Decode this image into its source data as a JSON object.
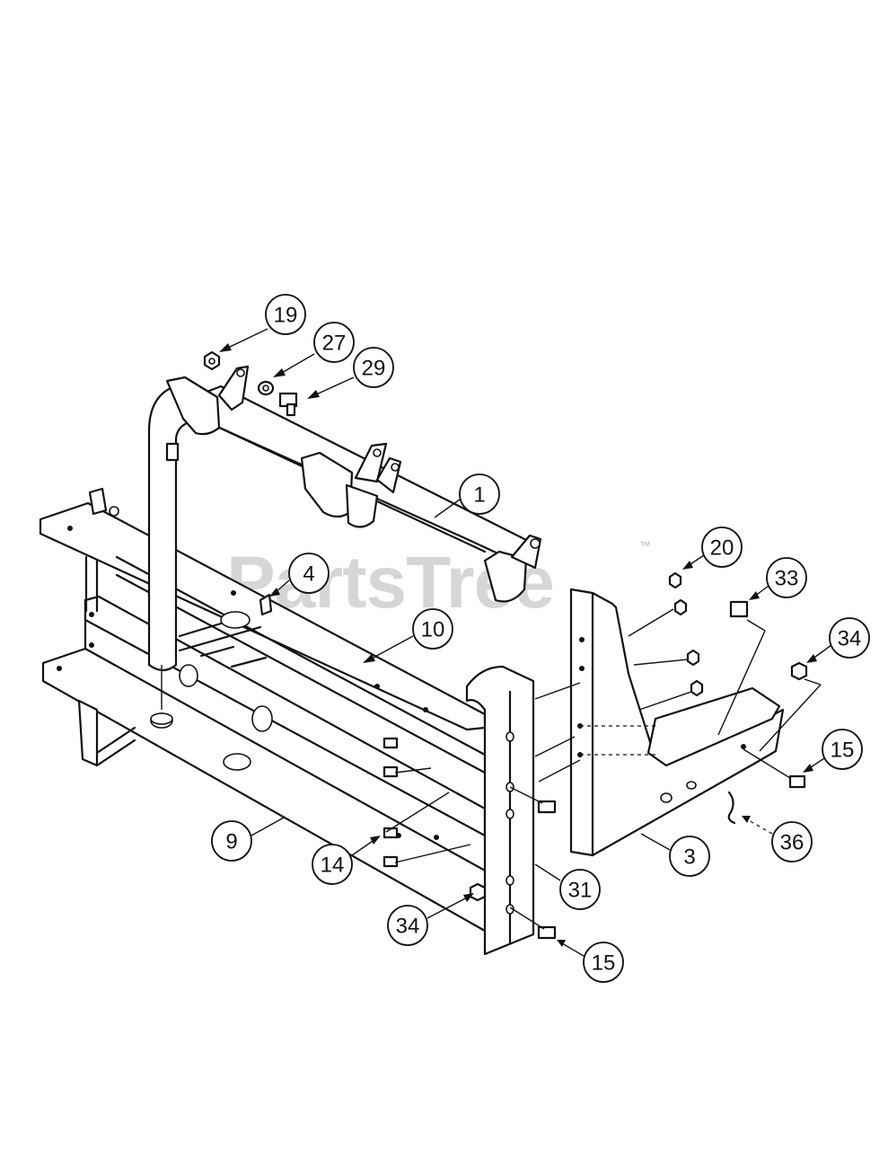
{
  "watermark": {
    "text": "PartsTree",
    "tm": "™"
  },
  "callouts": [
    {
      "id": "c19a",
      "label": "19"
    },
    {
      "id": "c27",
      "label": "27"
    },
    {
      "id": "c29",
      "label": "29"
    },
    {
      "id": "c1",
      "label": "1"
    },
    {
      "id": "c20",
      "label": "20"
    },
    {
      "id": "c33",
      "label": "33"
    },
    {
      "id": "c4",
      "label": "4"
    },
    {
      "id": "c10",
      "label": "10"
    },
    {
      "id": "c34a",
      "label": "34"
    },
    {
      "id": "c15a",
      "label": "15"
    },
    {
      "id": "c9",
      "label": "9"
    },
    {
      "id": "c14",
      "label": "14"
    },
    {
      "id": "c3",
      "label": "3"
    },
    {
      "id": "c36",
      "label": "36"
    },
    {
      "id": "c31",
      "label": "31"
    },
    {
      "id": "c34b",
      "label": "34"
    },
    {
      "id": "c15b",
      "label": "15"
    }
  ]
}
